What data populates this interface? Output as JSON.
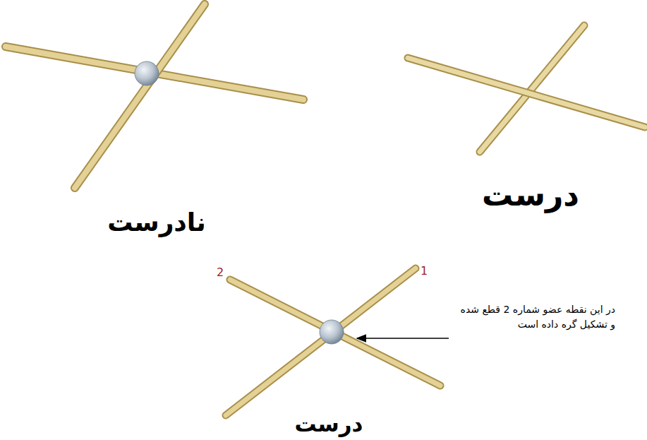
{
  "diagram": {
    "labels": [
      "نادرست",
      "درست",
      "2",
      "1",
      "در این نقطه عضو شماره 2 قطع شده و تشکیل گره داده است",
      "درست"
    ]
  }
}
